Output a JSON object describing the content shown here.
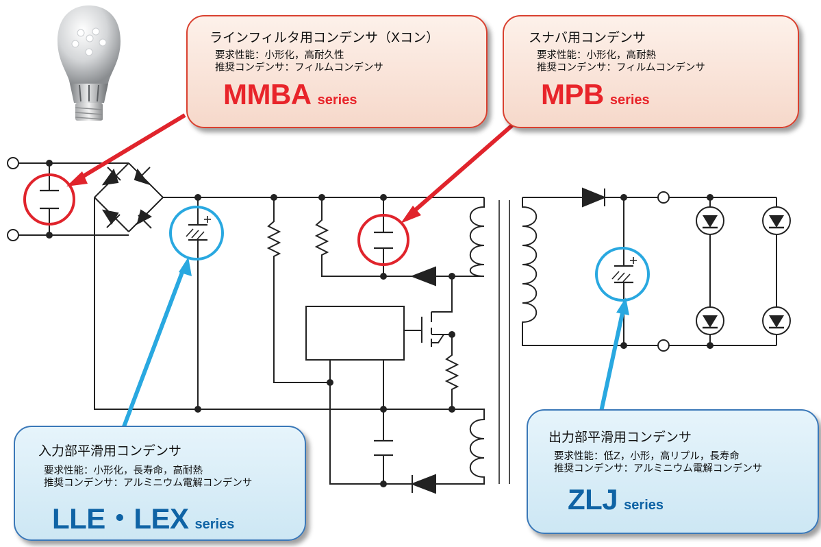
{
  "callouts": {
    "mmba": {
      "title": "ラインフィルタ用コンデンサ（Xコン）",
      "requirement": "要求性能：小形化，高耐久性",
      "recommended": "推奨コンデンサ：フィルムコンデンサ",
      "series": "MMBA",
      "series_suffix": "series",
      "color": "#e8242a"
    },
    "mpb": {
      "title": "スナバ用コンデンサ",
      "requirement": "要求性能：小形化，高耐熱",
      "recommended": "推奨コンデンサ：フィルムコンデンサ",
      "series": "MPB",
      "series_suffix": "series",
      "color": "#e8242a"
    },
    "lle": {
      "title": "入力部平滑用コンデンサ",
      "requirement": "要求性能：小形化，長寿命，高耐熱",
      "recommended": "推奨コンデンサ：アルミニウム電解コンデンサ",
      "series": "LLE・LEX",
      "series_suffix": "series",
      "color": "#0f63a5"
    },
    "zlj": {
      "title": "出力部平滑用コンデンサ",
      "requirement": "要求性能：低Z，小形，高リプル，長寿命",
      "recommended": "推奨コンデンサ：アルミニウム電解コンデンサ",
      "series": "ZLJ",
      "series_suffix": "series",
      "color": "#0f63a5"
    }
  },
  "colors": {
    "wire": "#222222",
    "film_highlight": "#e0242c",
    "electrolytic_highlight": "#29a8e0"
  },
  "icons": {
    "lamp": "led-bulb-icon"
  }
}
